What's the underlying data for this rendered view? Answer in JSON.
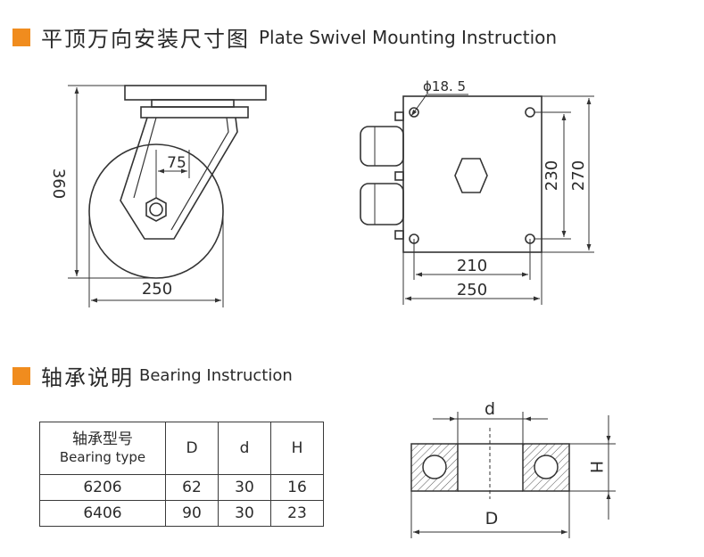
{
  "colors": {
    "marker": "#f08c1e",
    "line": "#333333",
    "paper": "#ffffff"
  },
  "section1": {
    "title_cn": "平顶万向安装尺寸图",
    "title_en": "Plate Swivel Mounting Instruction"
  },
  "side_view": {
    "height": "360",
    "offset": "75",
    "width": "250"
  },
  "plate_view": {
    "hole": "ϕ18. 5",
    "inner_w": "210",
    "outer_w": "250",
    "inner_h": "230",
    "outer_h": "270"
  },
  "section2": {
    "title_cn": "轴承说明",
    "title_en": "Bearing Instruction"
  },
  "bearing_table": {
    "header_cn": "轴承型号",
    "header_en": "Bearing type",
    "col_D": "D",
    "col_d": "d",
    "col_H": "H",
    "rows": [
      {
        "type": "6206",
        "D": "62",
        "d": "30",
        "H": "16"
      },
      {
        "type": "6406",
        "D": "90",
        "d": "30",
        "H": "23"
      }
    ]
  },
  "bearing_drawing": {
    "label_d": "d",
    "label_D": "D",
    "label_H": "H"
  }
}
